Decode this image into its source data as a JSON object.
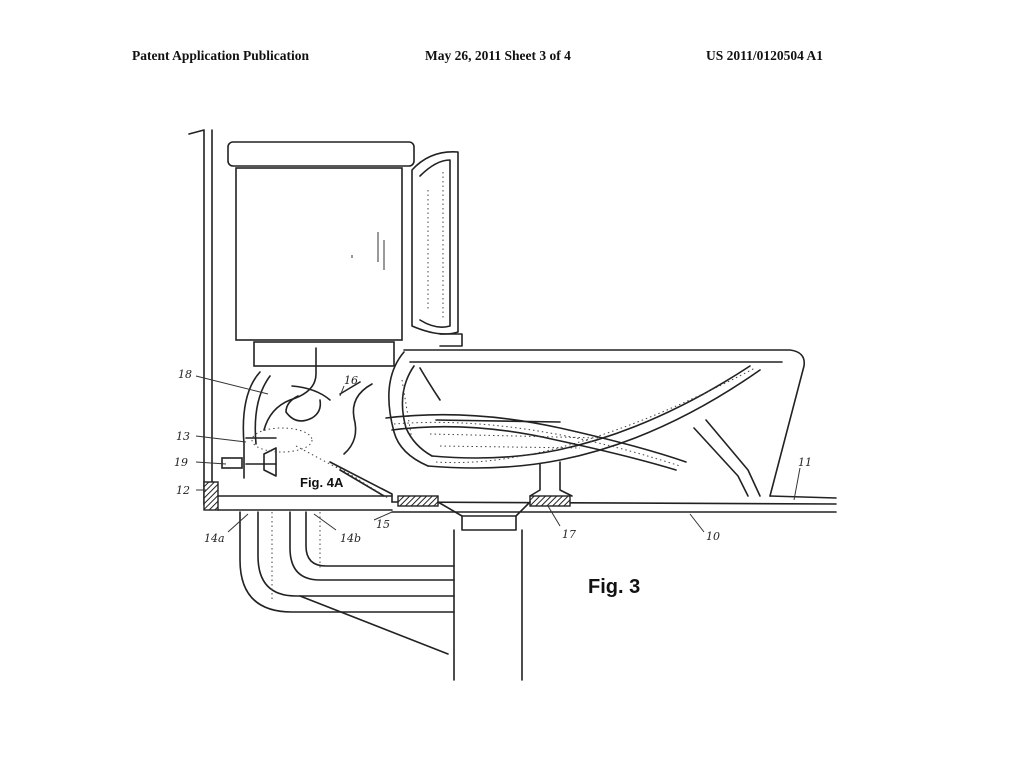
{
  "header": {
    "left": "Patent Application Publication",
    "middle": "May 26, 2011   Sheet 3 of 4",
    "right": "US 2011/0120504 A1"
  },
  "figure": {
    "caption": "Fig. 3",
    "inset_caption": "Fig. 4A",
    "reference_numerals": {
      "n18": "18",
      "n16": "16",
      "n13": "13",
      "n19": "19",
      "n12": "12",
      "n14a": "14a",
      "n14b": "14b",
      "n15": "15",
      "n17": "17",
      "n10": "10",
      "n11": "11"
    }
  }
}
